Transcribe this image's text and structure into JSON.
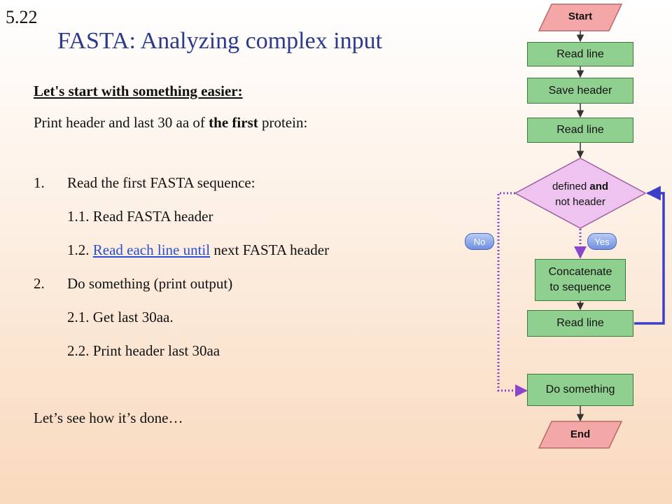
{
  "slide": {
    "number": "5.22",
    "title": "FASTA:  Analyzing complex input"
  },
  "content": {
    "subhead": "Let's start with something easier:",
    "intro": {
      "before": "Print header and last 30 aa of ",
      "bold": "the first",
      "after": " protein:"
    },
    "steps": [
      {
        "num": "1.",
        "text": "Read the first FASTA sequence:"
      },
      {
        "text": "1.1. Read FASTA header"
      },
      {
        "prefix": "1.2. ",
        "link": "Read each line until",
        "suffix": " next FASTA header"
      },
      {
        "num": "2.",
        "text": "Do something (print output)"
      },
      {
        "text": "2.1. Get last 30aa."
      },
      {
        "text": "2.2.  Print header last 30aa"
      }
    ],
    "closing": "Let’s see how it’s done…"
  },
  "flowchart": {
    "start": "Start",
    "read_line_1": "Read line",
    "save_header": "Save header",
    "read_line_2": "Read line",
    "decision": {
      "part1": "defined ",
      "bold": "and",
      "part2": "not header"
    },
    "yes": "Yes",
    "no": "No",
    "concat": {
      "line1": "Concatenate",
      "line2": "to sequence"
    },
    "read_line_3": "Read line",
    "do_something": "Do something",
    "end": "End"
  },
  "colors": {
    "title": "#2b3a8c",
    "box_fill": "#8fcf8f",
    "terminal_fill": "#f4a7a7",
    "decision_fill": "#efc3ef",
    "loop_arrow": "#3b3fc8",
    "dotted_arrow": "#8a45c8"
  }
}
